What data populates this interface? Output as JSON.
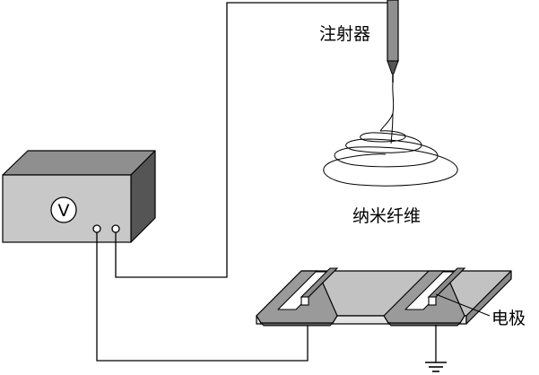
{
  "labels": {
    "syringe": "注射器",
    "nanofiber": "纳米纤维",
    "electrode": "电极",
    "voltmeter": "V"
  },
  "colors": {
    "line": "#000000",
    "box_top": "#8f8f8f",
    "box_front": "#c8c8c8",
    "box_side": "#555555",
    "plate_top": "#c2c2c2",
    "electrode_top": "#9a9a9a",
    "electrode_side": "#5a5a5a"
  }
}
